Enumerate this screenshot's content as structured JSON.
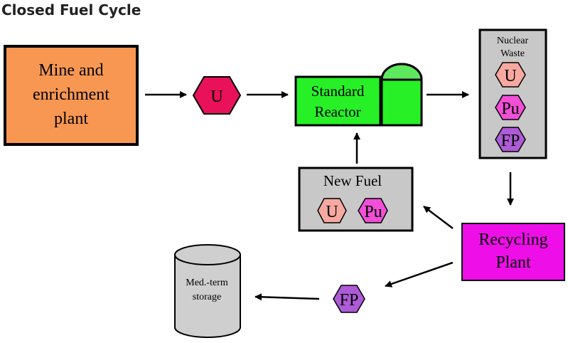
{
  "title": "Closed Fuel Cycle",
  "nodes": {
    "mine": {
      "lines": [
        "Mine and",
        "enrichment",
        "plant"
      ]
    },
    "uranium_input": {
      "label": "U"
    },
    "reactor": {
      "lines": [
        "Standard",
        "Reactor"
      ]
    },
    "nuclear_waste": {
      "lines": [
        "Nuclear",
        "Waste"
      ],
      "items": [
        "U",
        "Pu",
        "FP"
      ]
    },
    "new_fuel": {
      "label": "New Fuel",
      "items": [
        "U",
        "Pu"
      ]
    },
    "recycling": {
      "lines": [
        "Recycling",
        "Plant"
      ]
    },
    "fp_output": {
      "label": "FP"
    },
    "storage": {
      "lines": [
        "Med.-term",
        "storage"
      ]
    }
  },
  "colors": {
    "mine": "#f79752",
    "uranium_input": "#e8115a",
    "reactor": "#27f027",
    "reactor_dome": "#5ee85e",
    "waste_box": "#c8c8c8",
    "hex_u": "#f7a8a0",
    "hex_pu": "#f04fd6",
    "hex_fp": "#ad5bd6",
    "recycling": "#ee0ee8",
    "storage": "#cfcfcf"
  }
}
